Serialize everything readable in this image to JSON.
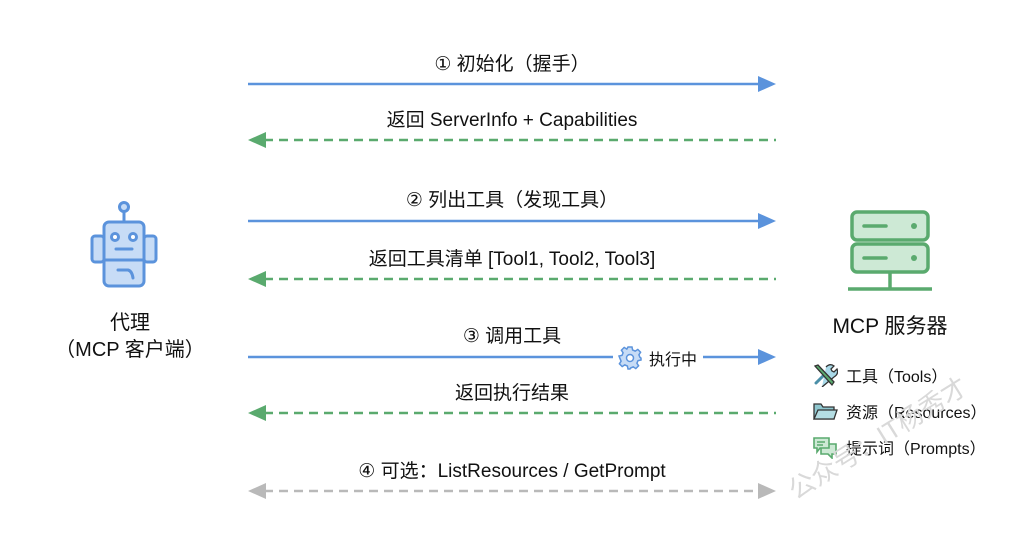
{
  "colors": {
    "request": "#5b93dc",
    "response": "#5aaa6e",
    "optional": "#b9b9b9",
    "client_fill": "#c7dcf6",
    "server_fill": "#cde9d5"
  },
  "client": {
    "icon": "robot-icon",
    "label_line1": "代理",
    "label_line2": "（MCP 客户端）"
  },
  "server": {
    "icon": "server-icon",
    "label": "MCP 服务器",
    "capabilities": [
      {
        "icon": "tools-icon",
        "label": "工具（Tools）"
      },
      {
        "icon": "folder-icon",
        "label": "资源（Resources）"
      },
      {
        "icon": "chat-icon",
        "label": "提示词（Prompts）"
      }
    ]
  },
  "messages": [
    {
      "label": "① 初始化（握手）",
      "direction": "to-server",
      "style": "solid"
    },
    {
      "label": "返回 ServerInfo + Capabilities",
      "direction": "to-client",
      "style": "dashed"
    },
    {
      "label": "② 列出工具（发现工具）",
      "direction": "to-server",
      "style": "solid"
    },
    {
      "label": "返回工具清单 [Tool1, Tool2, Tool3]",
      "direction": "to-client",
      "style": "dashed"
    },
    {
      "label": "③ 调用工具",
      "direction": "to-server",
      "style": "solid",
      "annotation": {
        "icon": "gear-icon",
        "label": "执行中"
      }
    },
    {
      "label": "返回执行结果",
      "direction": "to-client",
      "style": "dashed"
    },
    {
      "label": "④ 可选：ListResources / GetPrompt",
      "direction": "both",
      "style": "dashed"
    }
  ],
  "watermark": "公众号：IT杨秀才"
}
